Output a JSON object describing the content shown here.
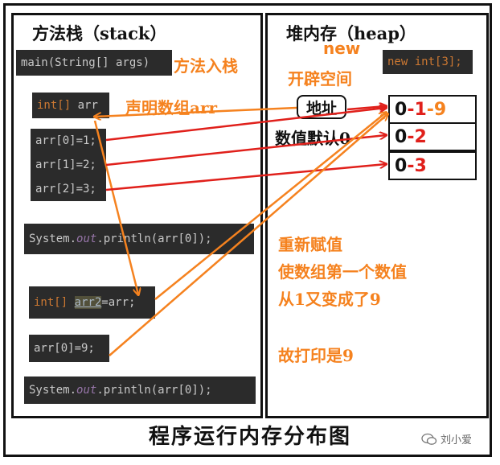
{
  "titles": {
    "stack": "方法栈（stack）",
    "heap": "堆内存（heap）"
  },
  "code": {
    "main_decl": "main(String[] args)",
    "arr_type": "int[]",
    "arr_name": " arr",
    "assign0": "arr[0]=1;",
    "assign1": "arr[1]=2;",
    "assign2": "arr[2]=3;",
    "print_prefix": "System.",
    "print_out": "out",
    "print_suffix": ".println(arr[0]);",
    "arr2_type": "int[] ",
    "arr2_name": "arr2",
    "arr2_rest": "=arr;",
    "reassign": "arr[0]=9;",
    "heap_new_kw": "new",
    "heap_new_rest": " int[3];"
  },
  "notes": {
    "push_stack": "方法入栈",
    "declare_array": "声明数组arr",
    "new_word": "new",
    "alloc_space": "开辟空间",
    "address": "地址",
    "default_value": "数值默认0",
    "reassign_lines": [
      "重新赋值",
      "使数组第一个数值",
      "从1又变成了9"
    ],
    "print_result": "故打印是9"
  },
  "heap_cells": [
    {
      "index": "0",
      "sep1": "-",
      "value1": "1",
      "sep2": "-",
      "value2": "9"
    },
    {
      "index": "0",
      "sep1": "-",
      "value1": "2"
    },
    {
      "index": "0",
      "sep1": "-",
      "value1": "3"
    }
  ],
  "footer": "程序运行内存分布图",
  "watermark": "刘小爱",
  "colors": {
    "arrow_orange": "#f5821f",
    "arrow_red": "#e0201b",
    "code_bg": "#2b2b2b",
    "keyword": "#cc7832"
  }
}
